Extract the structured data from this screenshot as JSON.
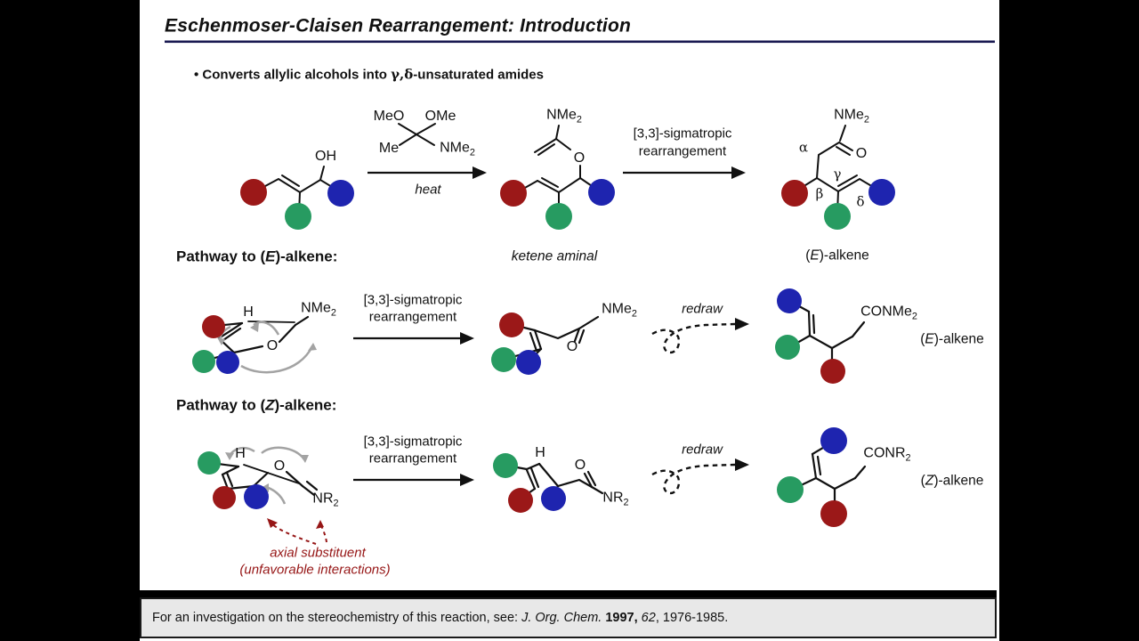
{
  "title": "Eschenmoser-Claisen Rearrangement: Introduction",
  "bullet": {
    "pre": "• Converts allylic alcohols into ",
    "greek": "γ,δ",
    "post": "-unsaturated amides"
  },
  "colors": {
    "red": "#9b1818",
    "green": "#279b61",
    "blue": "#1e24af",
    "gray_arrow": "#a3a3a3",
    "annotation_red": "#961616",
    "underline_navy": "#191950",
    "footer_bg": "#e8e8e8"
  },
  "labels": {
    "oh": "OH",
    "o": "O",
    "h": "H",
    "meo": "MeO",
    "ome": "OMe",
    "me": "Me",
    "nme2": {
      "t": "NMe",
      "sub": "2"
    },
    "nr2": {
      "t": "NR",
      "sub": "2"
    },
    "conme2": {
      "t": "CONMe",
      "sub": "2"
    },
    "conr2": {
      "t": "CONR",
      "sub": "2"
    },
    "alpha": "α",
    "beta": "β",
    "gamma": "γ",
    "delta": "δ"
  },
  "arrows": {
    "sigmatropic_line1": "[3,3]-sigmatropic",
    "sigmatropic_line2": "rearrangement",
    "heat": "heat",
    "redraw": "redraw"
  },
  "captions": {
    "ketene_aminal": "ketene aminal",
    "e_alkene": {
      "pre": "(",
      "stereo": "E",
      "post": ")-alkene"
    },
    "z_alkene": {
      "pre": "(",
      "stereo": "Z",
      "post": ")-alkene"
    }
  },
  "headings": {
    "pathway_e": {
      "pre": "Pathway to (",
      "stereo": "E",
      "post": ")-alkene:"
    },
    "pathway_z": {
      "pre": "Pathway to (",
      "stereo": "Z",
      "post": ")-alkene:"
    }
  },
  "annotation": {
    "line1": "axial substituent",
    "line2": "(unfavorable interactions)"
  },
  "footer": {
    "pre": "For an investigation on the stereochemistry of this reaction, see: ",
    "journal": "J. Org. Chem.",
    "year": " 1997,",
    "volume": " 62",
    "pages": ", 1976-1985."
  }
}
